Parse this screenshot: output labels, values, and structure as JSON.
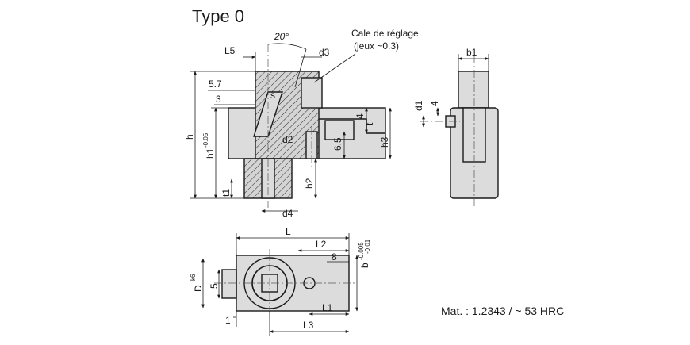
{
  "title": "Type 0",
  "callout": {
    "line1": "Cale de réglage",
    "line2": "(jeux ~0.3)"
  },
  "angle_label": "20°",
  "front_view": {
    "L5": "L5",
    "d3": "d3",
    "v5_7": "5.7",
    "v3": "3",
    "s": "s",
    "h": "h",
    "h1": "h1",
    "h1_tol": "-0.05",
    "t1": "t1",
    "d2": "d2",
    "v6_5": "6.5",
    "v4": "4",
    "t": "t",
    "h3": "h3",
    "h2": "h2",
    "d4": "d4"
  },
  "side_view": {
    "b1": "b1",
    "d1": "d1",
    "v4": "4"
  },
  "top_view": {
    "L": "L",
    "L2": "L2",
    "v8": "8",
    "D": "D",
    "D_tol": "k6",
    "v5": "5",
    "v1": "1",
    "L1": "L1",
    "L3": "L3",
    "b": "b",
    "b_tol_upper": "-0.005",
    "b_tol_lower": "-0.01"
  },
  "material": "Mat. : 1.2343 / ~ 53 HRC"
}
